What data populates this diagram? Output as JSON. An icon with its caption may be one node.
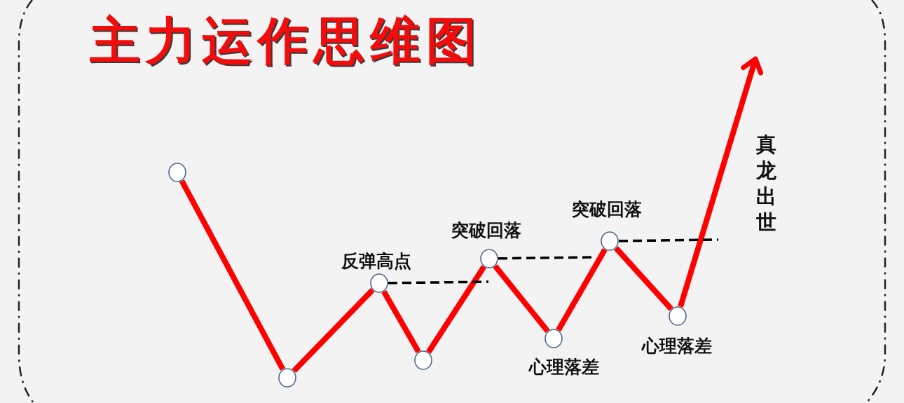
{
  "diagram": {
    "title": "主力运作思维图",
    "nodes": [
      {
        "text": [],
        "shape": "circle"
      },
      {
        "text": [],
        "shape": "circle"
      },
      {
        "text": [],
        "shape": "circle",
        "beside": [
          "反弹高点"
        ]
      },
      {
        "text": [],
        "shape": "circle"
      },
      {
        "text": [],
        "shape": "circle",
        "beside": [
          "突破回落"
        ]
      },
      {
        "text": [],
        "shape": "circle",
        "beside": [
          "心理落差"
        ]
      },
      {
        "text": [],
        "shape": "circle",
        "beside": [
          "突破回落"
        ]
      },
      {
        "text": [],
        "shape": "circle",
        "beside": [
          "心理落差"
        ]
      }
    ],
    "edges": [
      {
        "from": 0,
        "to": 1,
        "arrow": "none"
      },
      {
        "from": 1,
        "to": 2,
        "arrow": "none"
      },
      {
        "from": 2,
        "to": 3,
        "arrow": "none"
      },
      {
        "from": 3,
        "to": 4,
        "arrow": "none"
      },
      {
        "from": 4,
        "to": 5,
        "arrow": "none"
      },
      {
        "from": 5,
        "to": 6,
        "arrow": "none"
      },
      {
        "from": 6,
        "to": 7,
        "arrow": "none"
      },
      {
        "from": 7,
        "to": null,
        "arrow": "to",
        "label": "真龙出世"
      },
      {
        "from": 2,
        "to": null,
        "arrow": "none",
        "style": "dashed",
        "color": "#000000"
      },
      {
        "from": 4,
        "to": null,
        "arrow": "none",
        "style": "dashed",
        "color": "#000000"
      },
      {
        "from": 6,
        "to": null,
        "arrow": "none",
        "style": "dashed",
        "color": "#000000"
      }
    ]
  }
}
